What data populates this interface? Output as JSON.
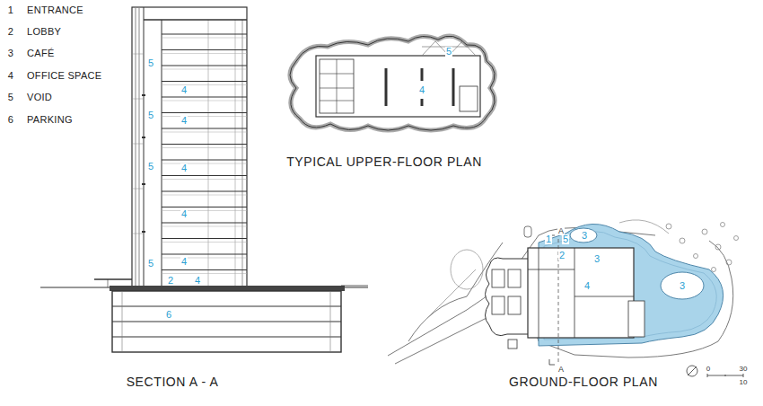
{
  "diagram": {
    "labels": [
      "1",
      "ENTRANCE",
      "2",
      "LOBBY",
      "3",
      "CAFÉ",
      "4",
      "OFFICE SPACE",
      "5",
      "VOID",
      "6",
      "PARKING",
      "5",
      "4",
      "5",
      "4",
      "5",
      "4",
      "4",
      "5",
      "4",
      "2",
      "4",
      "6",
      "SECTION A - A",
      "5",
      "4",
      "TYPICAL UPPER-FLOOR PLAN",
      "A",
      "1",
      "5",
      "3",
      "2",
      "3",
      "4",
      "3",
      "A",
      "GROUND-FLOOR PLAN",
      "0",
      "30",
      "10"
    ]
  }
}
